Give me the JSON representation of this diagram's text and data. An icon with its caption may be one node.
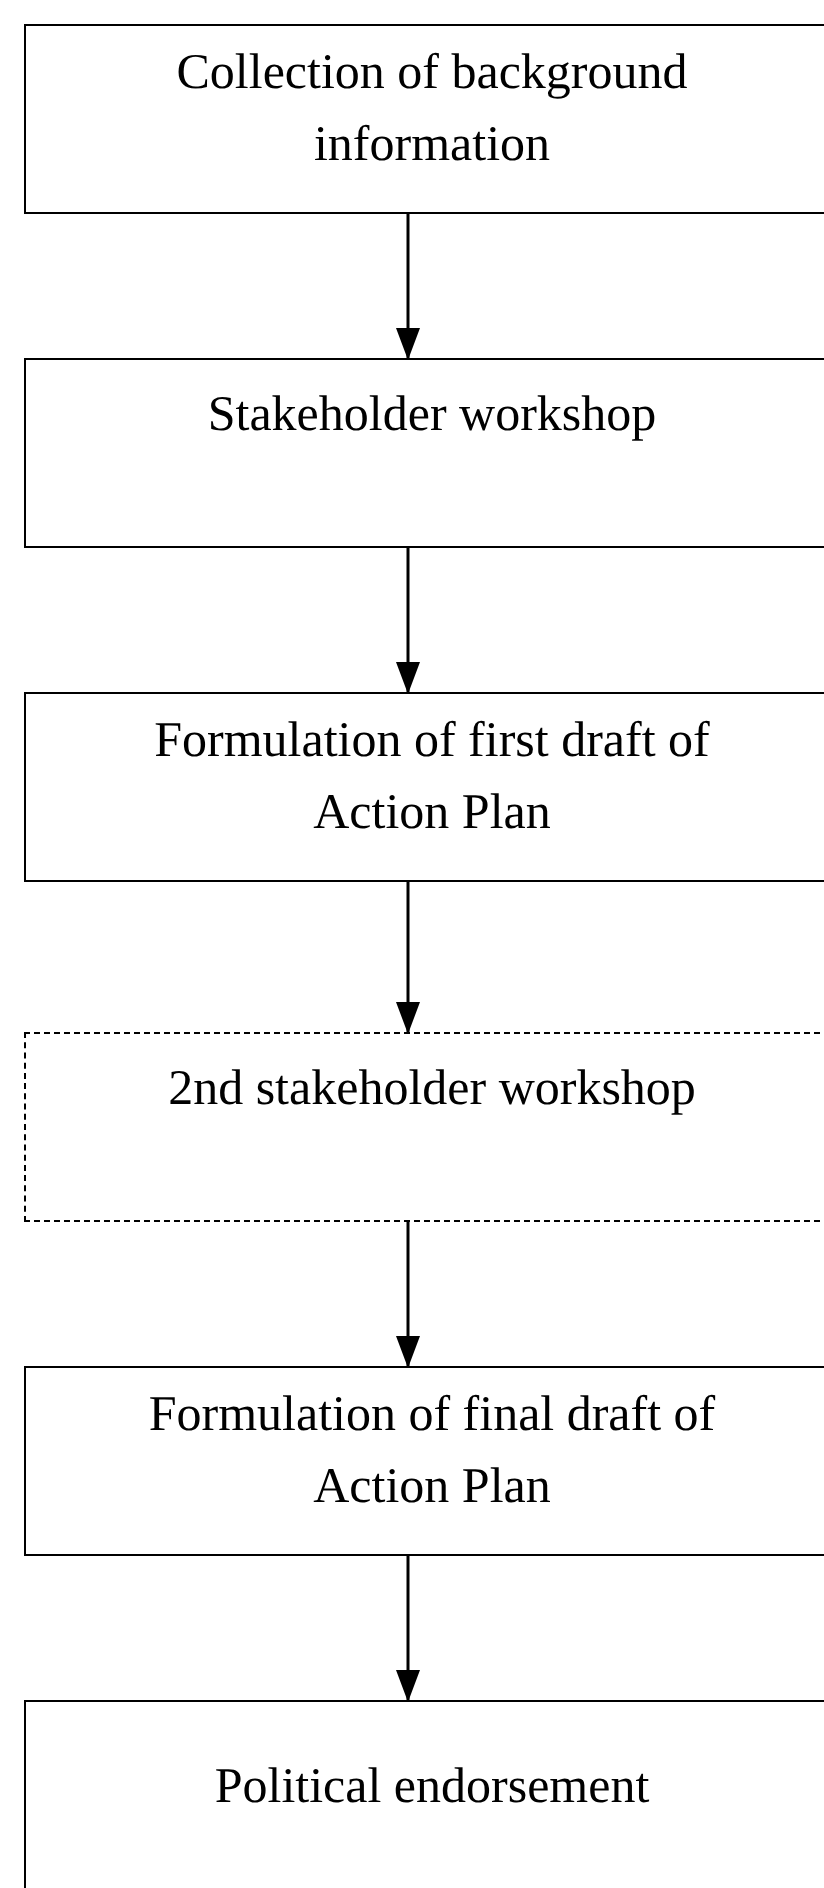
{
  "diagram": {
    "nodes": [
      {
        "text": [
          "Collection of background information"
        ]
      },
      {
        "text": [
          "Stakeholder workshop"
        ]
      },
      {
        "text": [
          "Formulation of first draft of Action Plan"
        ]
      },
      {
        "text": [
          "2nd stakeholder workshop"
        ]
      },
      {
        "text": [
          "Formulation of final draft of Action Plan"
        ]
      },
      {
        "text": [
          "Political endorsement"
        ]
      }
    ],
    "edges": [
      {
        "from": 0,
        "to": 1,
        "arrow": "to"
      },
      {
        "from": 1,
        "to": 2,
        "arrow": "to"
      },
      {
        "from": 2,
        "to": 3,
        "arrow": "to"
      },
      {
        "from": 3,
        "to": 4,
        "arrow": "to"
      },
      {
        "from": 4,
        "to": 5,
        "arrow": "to"
      }
    ]
  }
}
